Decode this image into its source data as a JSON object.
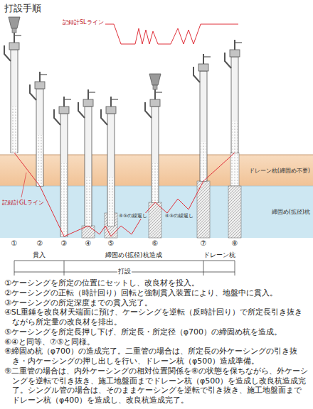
{
  "diagram": {
    "title": "打設手順",
    "nodes": [
      {
        "text": [
          "ドレーン杭(締固め不要)"
        ]
      },
      {
        "text": [
          "締固め(拡径)杭"
        ]
      }
    ],
    "labels": [
      "記録計SLライン",
      "記録計GLライン",
      "①",
      "②",
      "③",
      "④",
      "⑤",
      "⑥",
      "⑦",
      "⑧",
      "④⑤の繰返し",
      "④⑤の繰返し",
      "貫入",
      "締固め(拡径)杭造成",
      "ドレーン杭",
      "打設",
      "①ケーシングを所定の位置にセットし、改良材を投入。",
      "②ケーシングの正転（時計回り）回転と強制貫入装置により、地盤中に貫入。",
      "③ケーシングの所定深度までの貫入完了。",
      "④SL重錘を改良材天端面に預け、ケーシングを逆転（反時計回り）で所定長引き抜きながら所定量の改良材を排出。",
      "⑤ケーシングを所定長押し下げ、所定長・所定径（φ700）の締固め杭を造成。",
      "⑥④と同等、⑦⑤と同様。",
      "⑧締固め杭（φ700）の造成完了。二重管の場合は、所定長の外ケーシングの引き抜き・内ケーシングの押し出しを行い、ドレーン杭（φ500）造成準備。",
      "⑨二重管の場合は、内外ケーシングの相対位置関係を⑧の状態を保ちながら、外ケーシングを逆転で引き抜き、施工地盤面までドレーン杭（φ500）を造成し改良杭造成完了。シングル管の場合は、そのままケーシングを逆転で引き抜き、施工地盤面までドレーン杭（φ400）を造成し、改良杭造成完了。"
    ]
  }
}
